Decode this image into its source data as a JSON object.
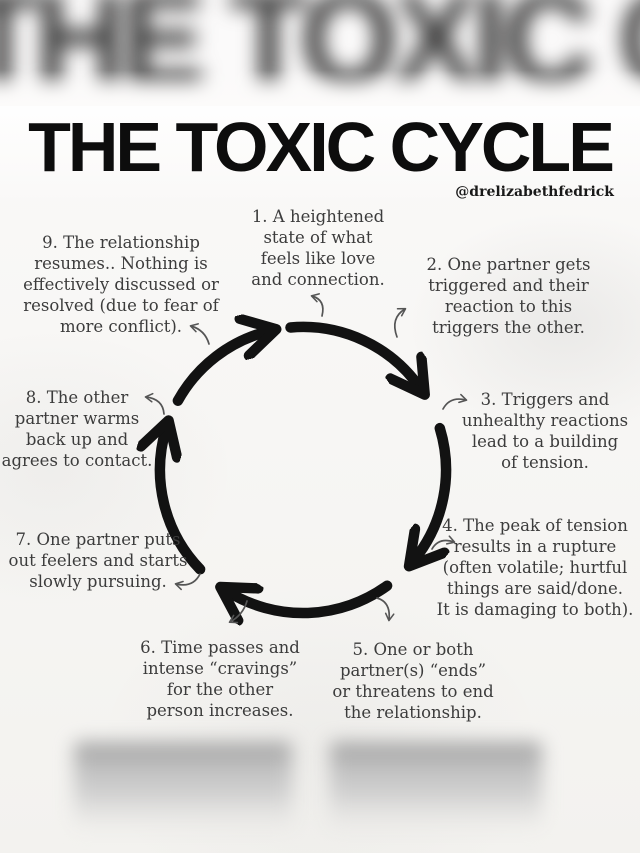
{
  "page": {
    "title": "THE TOXIC CYCLE",
    "credit": "@drelizabethfedrick",
    "blurred_header_text": "THE TOXIC CYCLE",
    "bg_color": "#f5f4f1",
    "text_color": "#3c3c3c",
    "arrow_color": "#121212"
  },
  "diagram": {
    "type": "cycle",
    "direction": "clockwise",
    "arc_segments": 5,
    "step_count": 9
  },
  "steps": [
    {
      "lines": [
        "1. A heightened",
        "state of what",
        "feels like love",
        "and connection."
      ]
    },
    {
      "lines": [
        "2. One partner gets",
        "triggered and their",
        "reaction to this",
        "triggers the other."
      ]
    },
    {
      "lines": [
        "3. Triggers and",
        "unhealthy reactions",
        "lead to a building",
        "of tension."
      ]
    },
    {
      "lines": [
        "4. The peak of tension",
        "results in a rupture",
        "(often volatile; hurtful",
        "things are said/done.",
        "It is damaging to both)."
      ]
    },
    {
      "lines": [
        "5. One or both",
        "partner(s) “ends”",
        "or threatens to end",
        "the relationship."
      ]
    },
    {
      "lines": [
        "6. Time passes and",
        "intense “cravings”",
        "for the other",
        "person increases."
      ]
    },
    {
      "lines": [
        "7. One partner puts",
        "out feelers and starts",
        "slowly pursuing."
      ]
    },
    {
      "lines": [
        "8. The other",
        "partner warms",
        "back up and",
        "agrees to contact."
      ]
    },
    {
      "lines": [
        "9. The relationship",
        "resumes.. Nothing is",
        "effectively discussed or",
        "resolved (due to fear of",
        "more conflict)."
      ]
    }
  ]
}
